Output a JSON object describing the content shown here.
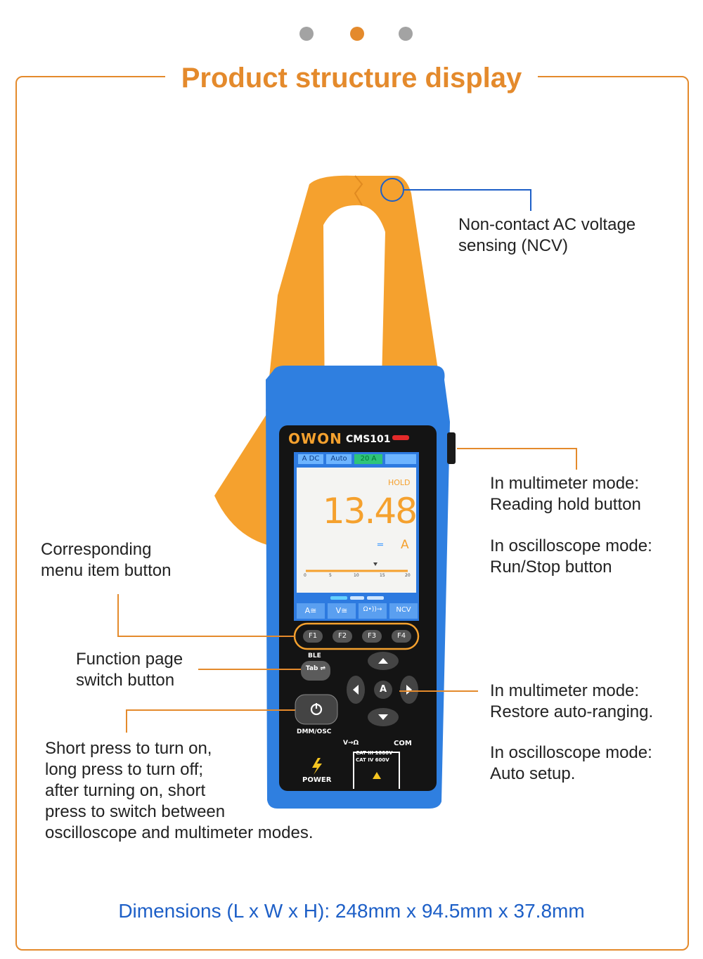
{
  "title": "Product structure display",
  "pager": {
    "dots": [
      "inactive",
      "active",
      "inactive"
    ]
  },
  "colors": {
    "accent": "#e48a2c",
    "dot_inactive": "#a3a3a3",
    "dimension_text": "#1d5fc7",
    "device_blue": "#2f7fe0",
    "jaw_orange": "#f5a12e"
  },
  "device": {
    "brand": "OWON",
    "model": "CMS101",
    "screen": {
      "tabs": [
        "A DC",
        "Auto",
        "20 A"
      ],
      "hold": "HOLD",
      "reading": "13.48",
      "unit": "A",
      "scale": [
        "0",
        "5",
        "10",
        "15",
        "20"
      ],
      "menu": [
        "A≅",
        "V≅",
        "Ω•))→",
        "NCV"
      ]
    },
    "keys": [
      "F1",
      "F2",
      "F3",
      "F4"
    ],
    "ble": "BLE",
    "tab_key": "Tab ⇌",
    "nav_center": "A",
    "power_caption": "DMM/OSC",
    "power_label": "POWER",
    "jack_symbols": "V→Ω",
    "com": "COM",
    "cat1": "CAT III 1000V",
    "cat2": "CAT IV 600V"
  },
  "callouts": {
    "ncv": "Non-contact AC voltage\nsensing (NCV)",
    "hold_mm": "In multimeter mode:\nReading hold button",
    "hold_osc": "In oscilloscope mode:\nRun/Stop button",
    "menu_button": "Corresponding\nmenu item button",
    "tab_button": "Function page\nswitch button",
    "auto_mm": "In multimeter mode:\nRestore auto-ranging.",
    "auto_osc": "In oscilloscope mode:\nAuto setup.",
    "power": "Short press to turn on,\nlong press to turn off;\nafter turning on, short\npress to switch between\noscilloscope and multimeter modes."
  },
  "dimensions": "Dimensions (L x W x H): 248mm x 94.5mm x 37.8mm"
}
